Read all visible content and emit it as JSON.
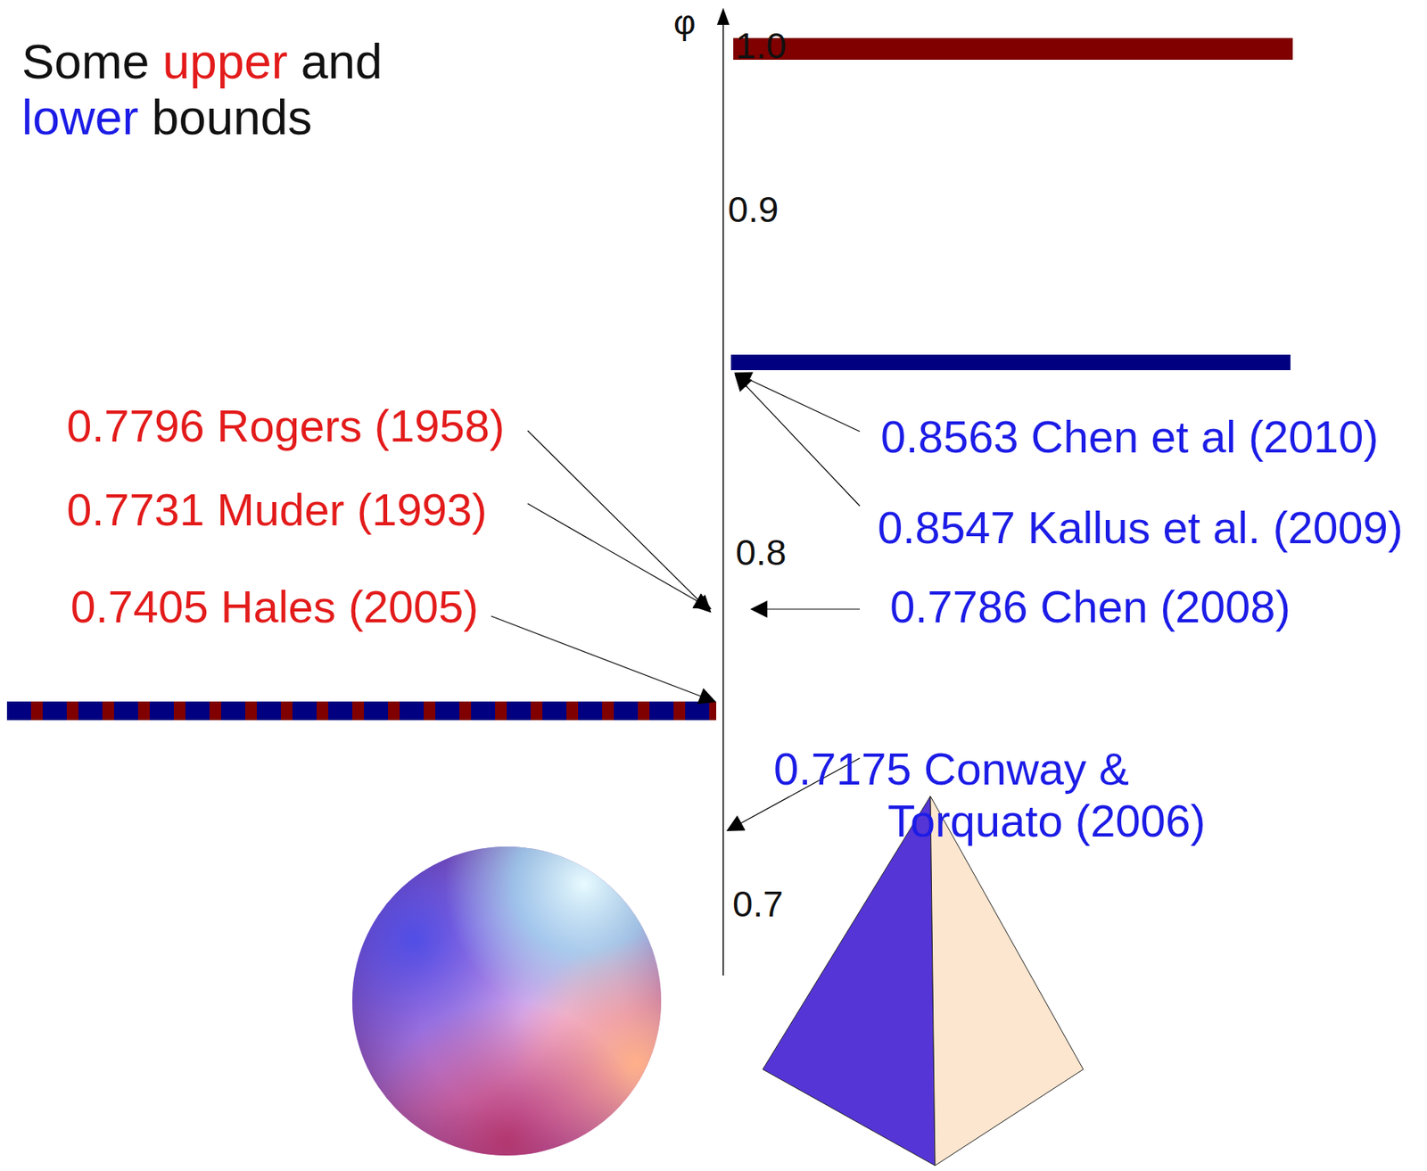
{
  "diagram": {
    "labels": [
      "Some",
      "upper",
      "and",
      "lower",
      "bounds",
      "φ",
      "1.0",
      "0.9",
      "0.8",
      "0.7",
      "0.7796 Rogers (1958)",
      "0.7731 Muder (1993)",
      "0.7405 Hales (2005)",
      "0.8563 Chen et al (2010)",
      "0.8547 Kallus et al. (2009)",
      "0.7786 Chen (2008)",
      "0.7175 Conway & Torquato (2006)"
    ]
  }
}
